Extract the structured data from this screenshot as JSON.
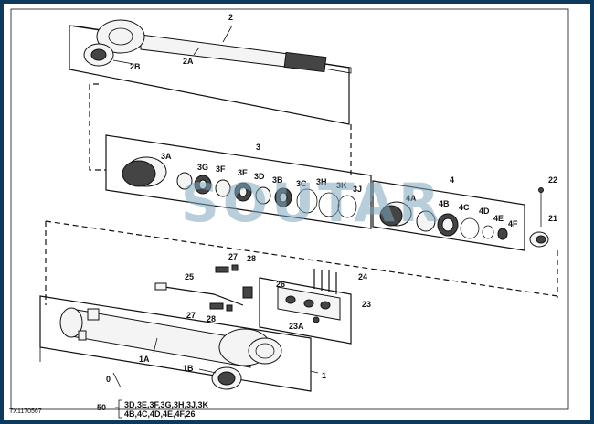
{
  "watermark": "SOUTAR",
  "image_id": "TX1170567",
  "labels": {
    "l2": "2",
    "l2a": "2A",
    "l2b": "2B",
    "l3": "3",
    "l3a": "3A",
    "l3b": "3B",
    "l3c": "3C",
    "l3d": "3D",
    "l3e": "3E",
    "l3f": "3F",
    "l3g": "3G",
    "l3h": "3H",
    "l3j": "3J",
    "l3k": "3K",
    "l4": "4",
    "l4a": "4A",
    "l4b": "4B",
    "l4c": "4C",
    "l4d": "4D",
    "l4e": "4E",
    "l4f": "4F",
    "l21": "21",
    "l22": "22",
    "l23": "23",
    "l23a": "23A",
    "l24": "24",
    "l25": "25",
    "l26": "26",
    "l27a": "27",
    "l27b": "27",
    "l28a": "28",
    "l28b": "28",
    "l1": "1",
    "l1a": "1A",
    "l1b": "1B",
    "l0": "0",
    "l50": "50"
  },
  "kit_contents": {
    "line1": "3D,3E,3F,3G,3H,3J,3K",
    "line2": "4B,4C,4D,4E,4F,26"
  }
}
